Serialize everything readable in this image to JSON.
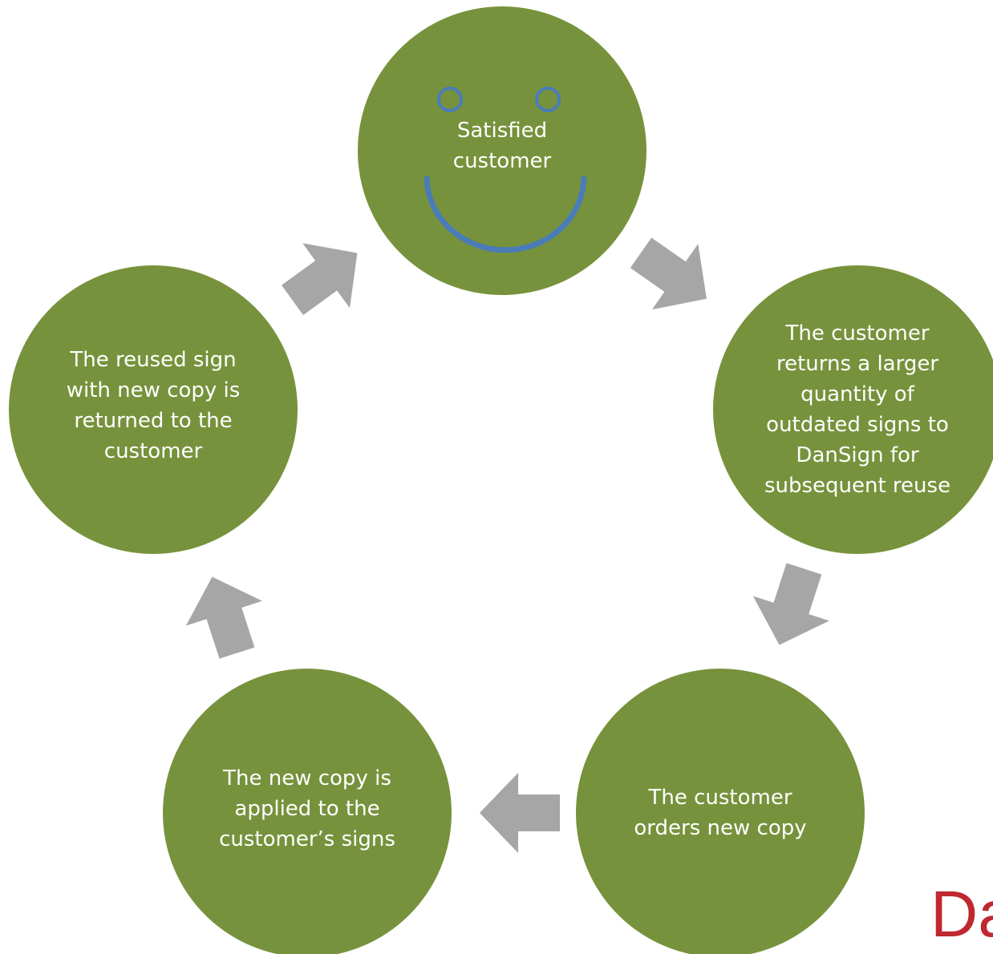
{
  "colors": {
    "node_fill": "#77923c",
    "node_text": "#ffffff",
    "arrow_fill": "#a6a6a6",
    "smiley_stroke": "#4a7cb8",
    "logo": "#c0282f"
  },
  "cycle": {
    "nodes": [
      {
        "label": "Satisfied\ncustomer"
      },
      {
        "label": "The customer\nreturns a larger\nquantity of\noutdated signs to\nDanSign for\nsubsequent reuse"
      },
      {
        "label": "The customer\norders new copy"
      },
      {
        "label": "The new copy is\napplied to the\ncustomer’s signs"
      },
      {
        "label": "The reused sign\nwith new copy is\nreturned to the\ncustomer"
      }
    ],
    "arrows": [
      "arrow-icon",
      "arrow-icon",
      "arrow-icon",
      "arrow-icon",
      "arrow-icon"
    ],
    "smiley_icon": "smiley-face-icon"
  },
  "logo": {
    "text": "Da"
  }
}
